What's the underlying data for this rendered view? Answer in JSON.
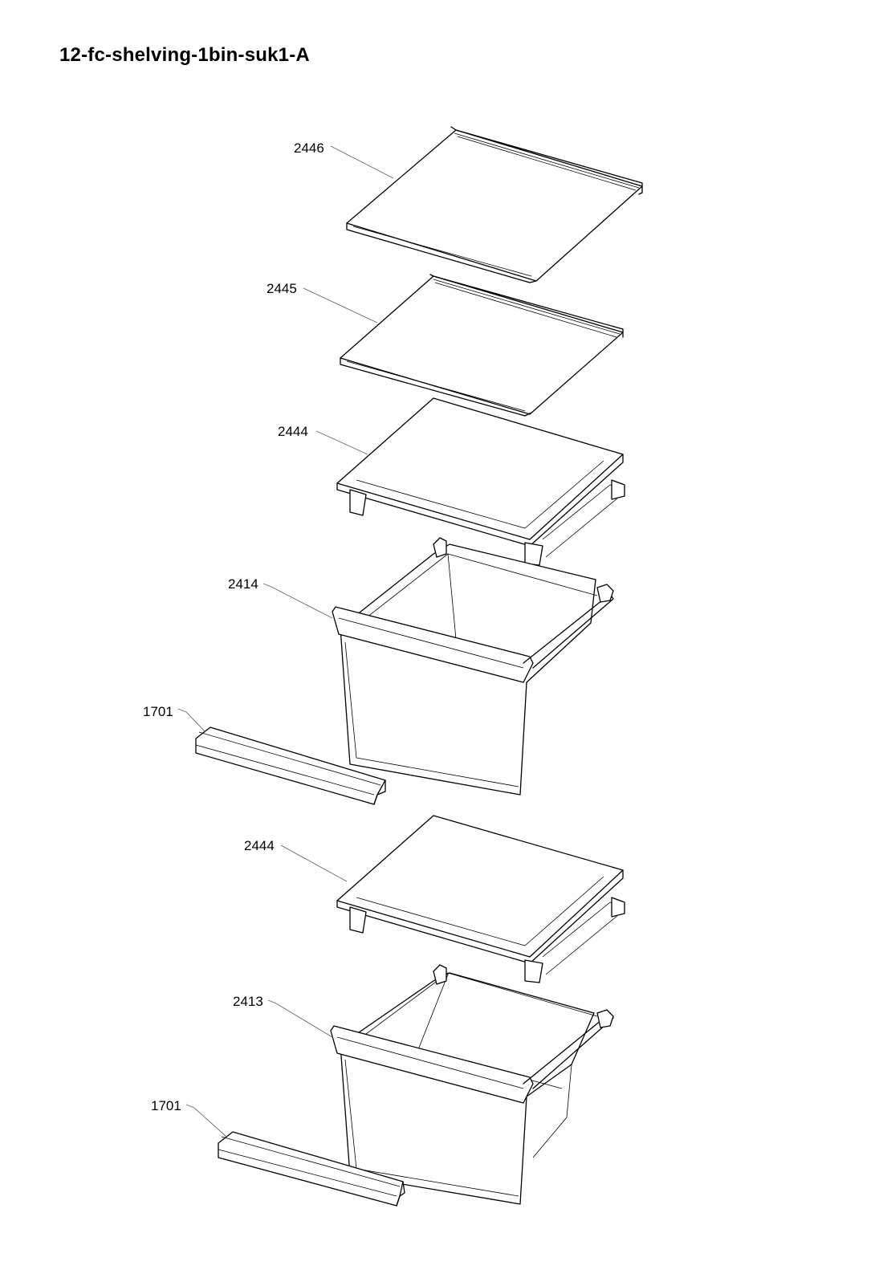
{
  "title": "12-fc-shelving-1bin-suk1-A",
  "callouts": [
    {
      "id": "c1",
      "label": "2446"
    },
    {
      "id": "c2",
      "label": "2445"
    },
    {
      "id": "c3",
      "label": "2444"
    },
    {
      "id": "c4",
      "label": "2414"
    },
    {
      "id": "c5",
      "label": "1701"
    },
    {
      "id": "c6",
      "label": "2444"
    },
    {
      "id": "c7",
      "label": "2413"
    },
    {
      "id": "c8",
      "label": "1701"
    }
  ]
}
